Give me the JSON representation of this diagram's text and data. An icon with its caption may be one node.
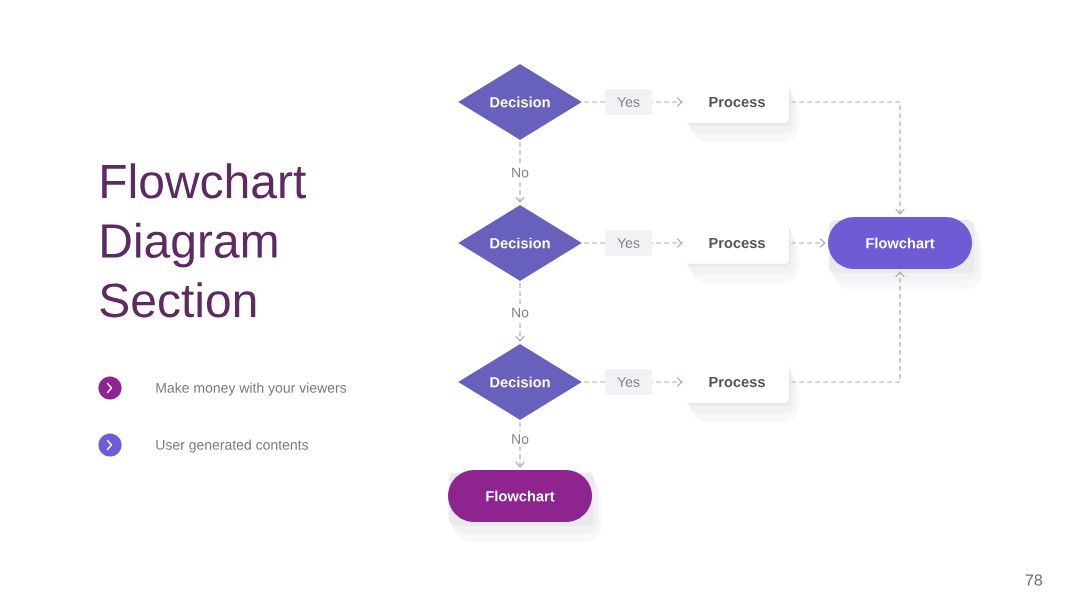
{
  "diagram": {
    "title": "Flowchart Diagram Section",
    "nodes": [
      {
        "text": [
          "Decision"
        ]
      },
      {
        "text": [
          "Process"
        ]
      },
      {
        "text": [
          "Decision"
        ]
      },
      {
        "text": [
          "Process"
        ]
      },
      {
        "text": [
          "Flowchart"
        ]
      },
      {
        "text": [
          "Decision"
        ]
      },
      {
        "text": [
          "Process"
        ]
      },
      {
        "text": [
          "Flowchart"
        ]
      }
    ],
    "edges": [
      {
        "from": 0,
        "to": 1,
        "arrow": "to",
        "label": "Yes",
        "style": "dashed"
      },
      {
        "from": 0,
        "to": 2,
        "arrow": "to",
        "label": "No",
        "style": "dashed"
      },
      {
        "from": 2,
        "to": 3,
        "arrow": "to",
        "label": "Yes",
        "style": "dashed"
      },
      {
        "from": 2,
        "to": 5,
        "arrow": "to",
        "label": "No",
        "style": "dashed"
      },
      {
        "from": 5,
        "to": 6,
        "arrow": "to",
        "label": "Yes",
        "style": "dashed"
      },
      {
        "from": 5,
        "to": 7,
        "arrow": "to",
        "label": "No",
        "style": "dashed"
      },
      {
        "from": 1,
        "to": 4,
        "arrow": "to",
        "style": "dashed"
      },
      {
        "from": 3,
        "to": 4,
        "arrow": "to",
        "style": "dashed"
      },
      {
        "from": 6,
        "to": 4,
        "arrow": "to",
        "style": "dashed"
      }
    ],
    "labels": [
      "Make money with your viewers",
      "User generated contents",
      "78"
    ]
  }
}
